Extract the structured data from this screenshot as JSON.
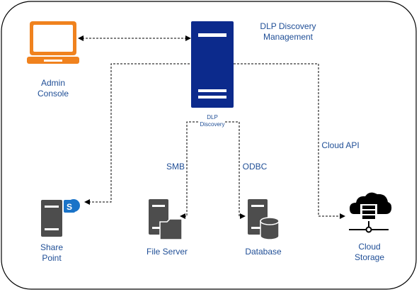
{
  "diagram": {
    "title": "DLP Discovery\nManagement",
    "nodes": {
      "admin_console": {
        "label": "Admin\nConsole",
        "icon": "laptop-icon",
        "color": "#f0821e"
      },
      "dlp_discovery": {
        "label": "DLP\nDiscovery",
        "icon": "server-tower-icon",
        "color": "#0c2a8c"
      },
      "share_point": {
        "label": "Share\nPoint",
        "icon": "sharepoint-server-icon",
        "badge_color": "#1a73c8"
      },
      "file_server": {
        "label": "File Server",
        "icon": "file-server-icon"
      },
      "database": {
        "label": "Database",
        "icon": "database-server-icon"
      },
      "cloud_storage": {
        "label": "Cloud\nStorage",
        "icon": "cloud-storage-icon"
      }
    },
    "connections": {
      "smb": "SMB",
      "odbc": "ODBC",
      "cloud_api": "Cloud API"
    },
    "colors": {
      "label_text": "#1f4e96",
      "icon_gray": "#4d4d4d",
      "line": "#000000"
    }
  }
}
